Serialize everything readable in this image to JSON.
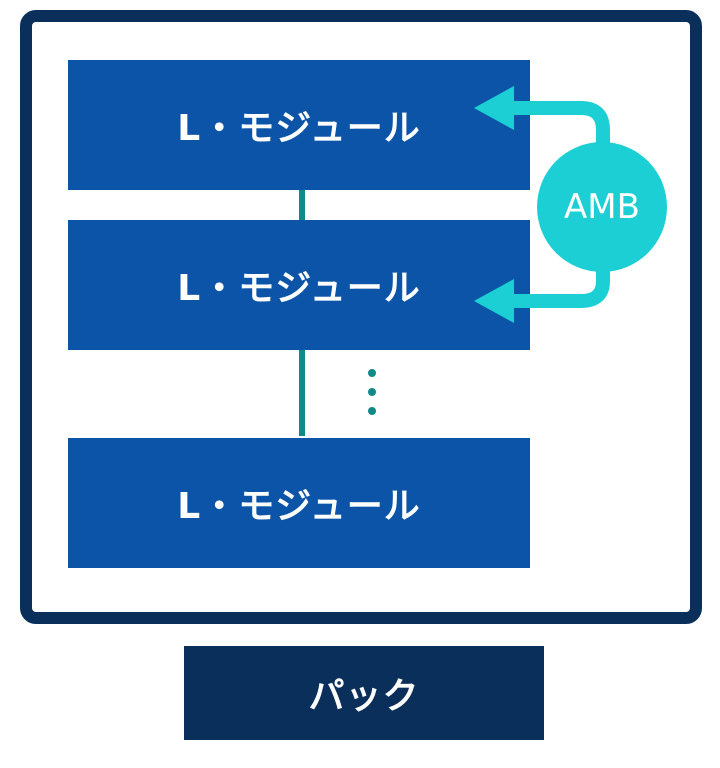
{
  "diagram": {
    "modules": [
      {
        "label": "L・モジュール"
      },
      {
        "label": "L・モジュール"
      },
      {
        "label": "L・モジュール"
      }
    ],
    "controller": {
      "label": "AMB"
    },
    "pack": {
      "label": "パック"
    }
  },
  "colors": {
    "frame": "#0b2f5b",
    "module": "#0b54a7",
    "connector": "#0f8a88",
    "amb": "#1ccfd4",
    "pack": "#0b2f5b"
  }
}
